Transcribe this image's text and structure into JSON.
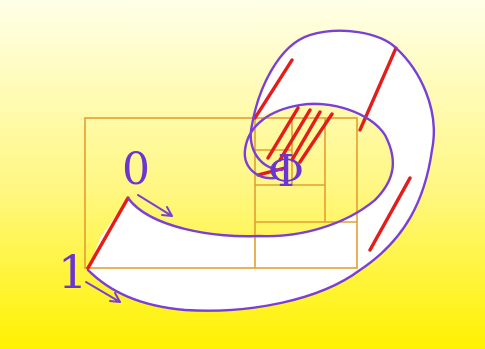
{
  "labels": {
    "zero": "0",
    "one": "1",
    "phi": "Φ"
  },
  "colors": {
    "background_top": "#ffffe8",
    "background_bottom": "#fff200",
    "tube_outline": "#7a3fd6",
    "rectangle": "#e0a030",
    "generator_lines": "#e31c1c",
    "label_color": "#6a35d0",
    "surface_fill": "#ffffff"
  }
}
